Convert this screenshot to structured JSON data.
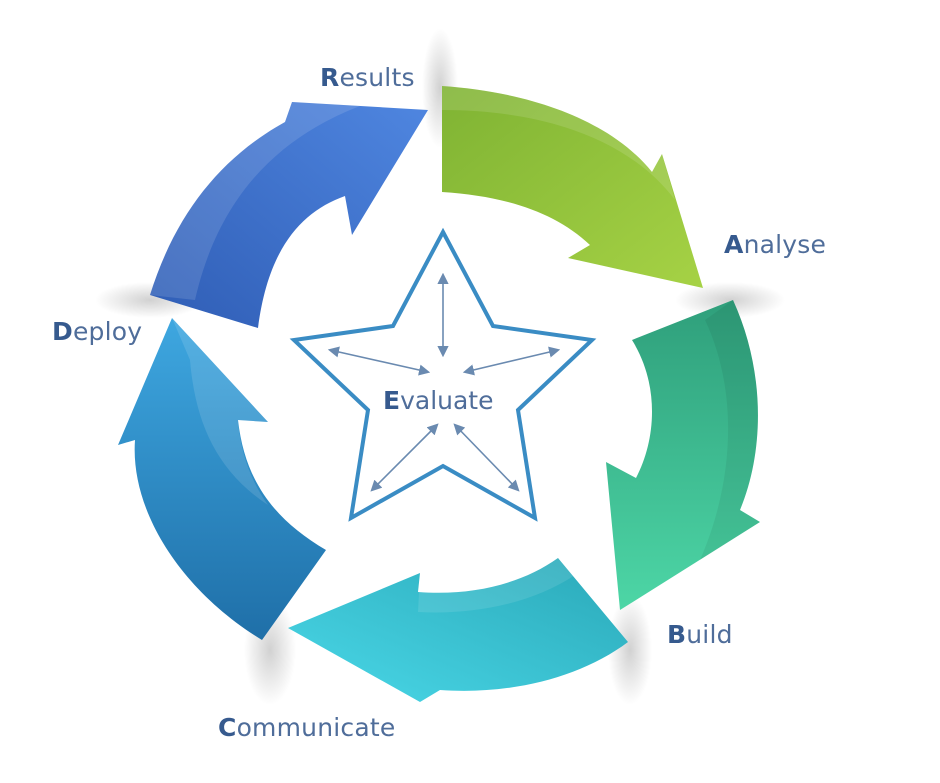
{
  "diagram": {
    "stages": [
      {
        "initial": "R",
        "rest": "esults"
      },
      {
        "initial": "A",
        "rest": "nalyse"
      },
      {
        "initial": "B",
        "rest": "uild"
      },
      {
        "initial": "C",
        "rest": "ommunicate"
      },
      {
        "initial": "D",
        "rest": "eploy"
      }
    ],
    "center": {
      "initial": "E",
      "rest": "valuate"
    },
    "colors": {
      "results": "#3a6fc9",
      "analyse": "#8cc13a",
      "build": "#35b08a",
      "communicate": "#36c0d0",
      "deploy": "#2f8fcc",
      "star_outline": "#3a8cc4",
      "star_arrows": "#6a8ab0",
      "label_text": "#4f6d9a"
    }
  }
}
